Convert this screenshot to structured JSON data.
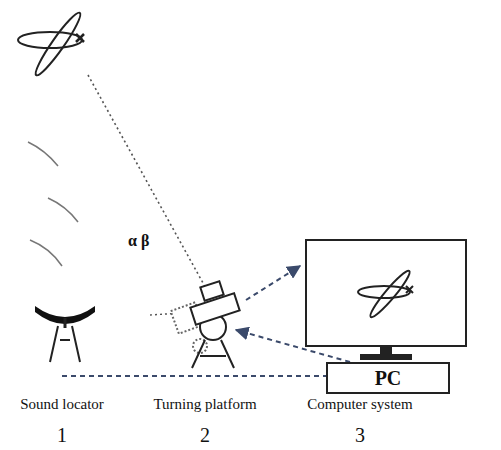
{
  "diagram": {
    "nodes": [
      {
        "text": [
          "PC"
        ]
      }
    ],
    "labels": [
      "α β",
      "Sound locator",
      "Turning platform",
      "Computer system",
      "1",
      "2",
      "3"
    ]
  }
}
